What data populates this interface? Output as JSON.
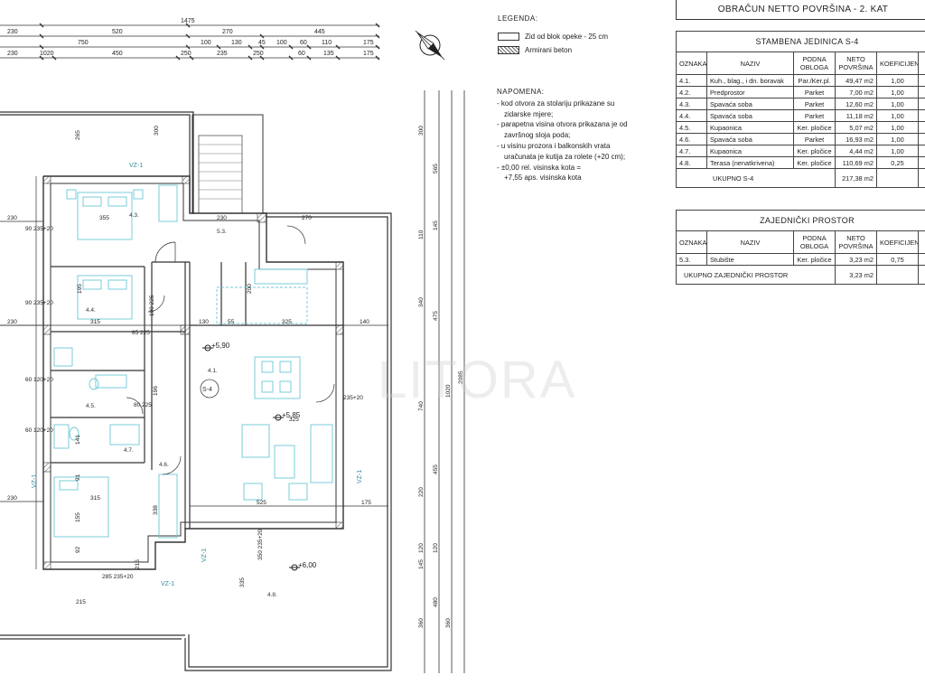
{
  "header": {
    "title": "OBRAČUN NETTO POVRŠINA - 2. KAT"
  },
  "legend": {
    "title": "LEGENDA:",
    "items": [
      {
        "label": "Zid od blok opeke - 25 cm",
        "pattern": "plain"
      },
      {
        "label": "Armirani beton",
        "pattern": "hatch"
      }
    ]
  },
  "notes": {
    "title": "NAPOMENA:",
    "lines": [
      "- kod otvora za stolariju prikazane su",
      "  zidarske mjere;",
      "- parapetna visina otvora prikazana je od",
      "  završnog sloja poda;",
      "- u visinu prozora i balkonskih vrata",
      "  uračunata je kutija za rolete (+20 cm);",
      "- ±0,00 rel. visinska kota =",
      "  +7,55 aps. visinska kota"
    ]
  },
  "unit_table": {
    "caption": "STAMBENA JEDINICA S-4",
    "headers": [
      "OZNAKA",
      "NAZIV",
      "PODNA OBLOGA",
      "NETO POVRŠINA",
      "KOEFICIJENT"
    ],
    "rows": [
      [
        "4.1.",
        "Kuh., blag., i dn. boravak",
        "Par./Ker.pl.",
        "49,47 m2",
        "1,00"
      ],
      [
        "4.2.",
        "Predprostor",
        "Parket",
        "7,00 m2",
        "1,00"
      ],
      [
        "4.3.",
        "Spavaća soba",
        "Parket",
        "12,60 m2",
        "1,00"
      ],
      [
        "4.4.",
        "Spavaća soba",
        "Parket",
        "11,18 m2",
        "1,00"
      ],
      [
        "4.5.",
        "Kupaonica",
        "Ker. pločice",
        "5,07 m2",
        "1,00"
      ],
      [
        "4.6.",
        "Spavaća soba",
        "Parket",
        "16,93 m2",
        "1,00"
      ],
      [
        "4.7.",
        "Kupaonica",
        "Ker. pločice",
        "4,44 m2",
        "1,00"
      ],
      [
        "4.8.",
        "Terasa  (nenatkrivena)",
        "Ker. pločice",
        "110,69 m2",
        "0,25"
      ]
    ],
    "total_label": "UKUPNO S-4",
    "total_value": "217,38 m2"
  },
  "common_table": {
    "caption": "ZAJEDNIČKI PROSTOR",
    "headers": [
      "OZNAKA",
      "NAZIV",
      "PODNA OBLOGA",
      "NETO POVRŠINA",
      "KOEFICIJENT"
    ],
    "rows": [
      [
        "5.3.",
        "Stubište",
        "Ker. pločice",
        "3,23 m2",
        "0,75"
      ]
    ],
    "total_label": "UKUPNO ZAJEDNIČKI PROSTOR",
    "total_value": "3,23 m2"
  },
  "plan": {
    "top_dims_row1": [
      "1475"
    ],
    "top_dims_row2": [
      "230",
      "520",
      "270",
      "445"
    ],
    "top_dims_row3": [
      "750",
      "100",
      "130",
      "45",
      "100",
      "60",
      "110",
      "175"
    ],
    "top_dims_row4": [
      "230",
      "1020",
      "450",
      "250",
      "235",
      "250",
      "60",
      "135",
      "175"
    ],
    "right_dims_a": [
      "300",
      "110",
      "340",
      "740",
      "220",
      "120",
      "360",
      "145"
    ],
    "right_dims_b": [
      "565",
      "145",
      "475",
      "455",
      "120",
      "480",
      "360"
    ],
    "right_dims_c": [
      "1020"
    ],
    "right_dims_d": [
      "2085"
    ],
    "left_dims": [
      "230",
      "90 235+20",
      "90 235+20",
      "230",
      "60 120+20",
      "60 120+20",
      "230",
      "215"
    ],
    "room_tags": [
      "4.3.",
      "4.4.",
      "4.5.",
      "4.7.",
      "4.6.",
      "4.1.",
      "4.8.",
      "5.3.",
      "S-4"
    ],
    "levels": [
      "+5,90",
      "+5,85",
      "+6,00"
    ],
    "section_marks": [
      "VZ-1",
      "VZ-1",
      "VZ-1",
      "VZ-1",
      "VZ-1"
    ],
    "misc_dims": [
      "265",
      "300",
      "355",
      "195",
      "315",
      "315",
      "525",
      "175",
      "230",
      "270",
      "130",
      "55",
      "140",
      "325",
      "85 225",
      "80 225",
      "100 225",
      "196",
      "141",
      "91",
      "92",
      "155",
      "215",
      "338",
      "335",
      "350 235+20",
      "285 235+20",
      "235+20",
      "200",
      "325"
    ],
    "watermark": "LITORA"
  }
}
